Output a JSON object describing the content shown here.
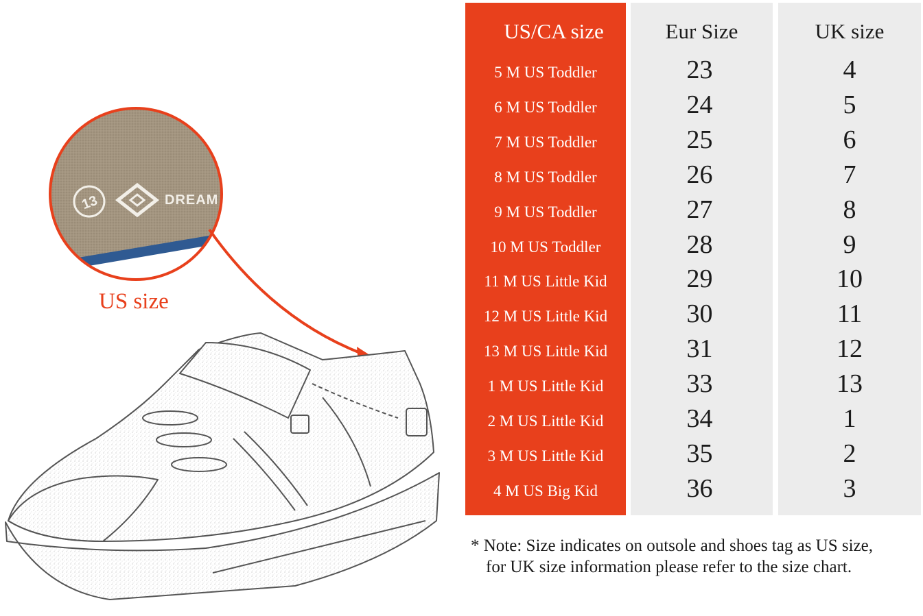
{
  "illustration": {
    "us_size_label": "US size",
    "insole_brand_text": "DREAM",
    "insole_size_number": "13"
  },
  "size_table": {
    "headers": {
      "us": "US/CA size",
      "eur": "Eur Size",
      "uk": "UK size"
    },
    "rows": [
      {
        "us": "5 M US Toddler",
        "eur": "23",
        "uk": "4"
      },
      {
        "us": "6 M US Toddler",
        "eur": "24",
        "uk": "5"
      },
      {
        "us": "7 M US Toddler",
        "eur": "25",
        "uk": "6"
      },
      {
        "us": "8 M US Toddler",
        "eur": "26",
        "uk": "7"
      },
      {
        "us": "9 M US Toddler",
        "eur": "27",
        "uk": "8"
      },
      {
        "us": "10 M US Toddler",
        "eur": "28",
        "uk": "9"
      },
      {
        "us": "11 M US Little Kid",
        "eur": "29",
        "uk": "10"
      },
      {
        "us": "12 M US Little Kid",
        "eur": "30",
        "uk": "11"
      },
      {
        "us": "13 M US Little Kid",
        "eur": "31",
        "uk": "12"
      },
      {
        "us": "1 M US Little Kid",
        "eur": "33",
        "uk": "13"
      },
      {
        "us": "2 M US Little Kid",
        "eur": "34",
        "uk": "1"
      },
      {
        "us": "3 M US Little Kid",
        "eur": "35",
        "uk": "2"
      },
      {
        "us": "4 M US Big Kid",
        "eur": "36",
        "uk": "3"
      }
    ]
  },
  "note": {
    "line1": "* Note: Size indicates on outsole and shoes tag as US size,",
    "line2": "for UK size information please refer to the size chart."
  },
  "colors": {
    "accent": "#e8401c",
    "table_bg": "#ececec",
    "insole_tan": "#a39580",
    "insole_blue": "#2f5a92"
  }
}
